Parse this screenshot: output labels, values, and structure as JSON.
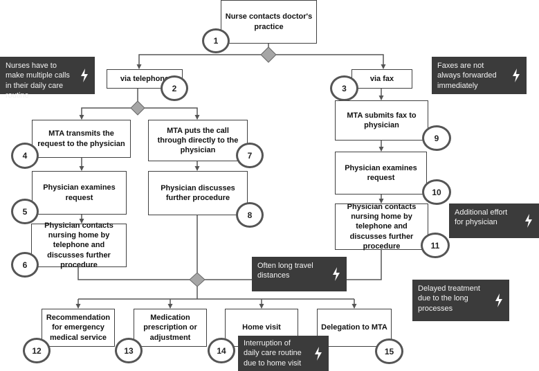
{
  "steps": {
    "s1": {
      "label": "Nurse contacts doctor's practice",
      "num": "1"
    },
    "s2": {
      "label": "via telephone",
      "num": "2"
    },
    "s3": {
      "label": "via fax",
      "num": "3"
    },
    "s4": {
      "label": "MTA transmits the request to the physician",
      "num": "4"
    },
    "s5": {
      "label": "Physician examines request",
      "num": "5"
    },
    "s6": {
      "label": "Physician contacts nursing home by telephone and discusses further procedure",
      "num": "6"
    },
    "s7": {
      "label": "MTA puts the call through directly to the physician",
      "num": "7"
    },
    "s8": {
      "label": "Physician discusses further procedure",
      "num": "8"
    },
    "s9": {
      "label": "MTA submits fax to physician",
      "num": "9"
    },
    "s10": {
      "label": "Physician examines request",
      "num": "10"
    },
    "s11": {
      "label": "Physician contacts nursing home by telephone and discusses further procedure",
      "num": "11"
    },
    "s12": {
      "label": "Recommendation for emergency medical service",
      "num": "12"
    },
    "s13": {
      "label": "Medication prescription or adjustment",
      "num": "13"
    },
    "s14": {
      "label": "Home visit",
      "num": "14"
    },
    "s15": {
      "label": "Delegation to MTA",
      "num": "15"
    }
  },
  "notes": {
    "calls": "Nurses have to make multiple calls in their daily care routine",
    "fax": "Faxes are not always forwarded immediately",
    "effort": "Additional effort for physician",
    "travel": "Often long travel distances",
    "delayed": "Delayed treatment due to the long processes",
    "interruption": "Interruption of daily care routine due to home visit"
  },
  "colors": {
    "note_bg": "#3b3b3b",
    "line": "#555555",
    "diamond": "#a6a6a6"
  },
  "icons": {
    "note_icon": "lightning-bolt-icon"
  }
}
